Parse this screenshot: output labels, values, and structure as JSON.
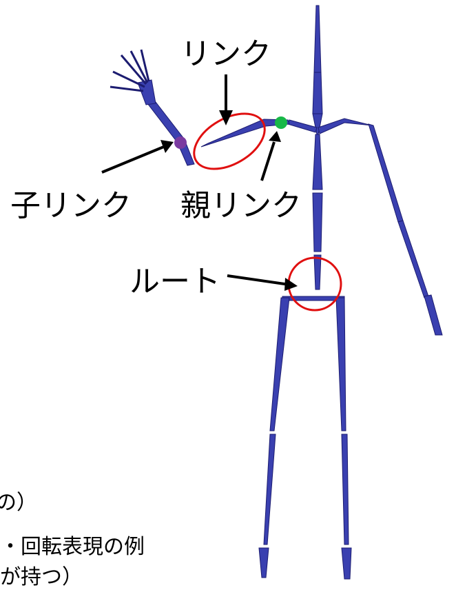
{
  "labels": {
    "link": "リンク",
    "child_link": "子リンク",
    "parent_link": "親リンク",
    "root": "ルート"
  },
  "cut_text": {
    "line1": "の）",
    "line2": "・回転表現の例",
    "line3": "が持つ）"
  },
  "colors": {
    "bone": "#26268c",
    "bone_light": "#4a52c8",
    "highlight": "#e01010",
    "child_joint": "#7a3aa0",
    "parent_joint": "#18b848",
    "arrow": "#000000"
  }
}
